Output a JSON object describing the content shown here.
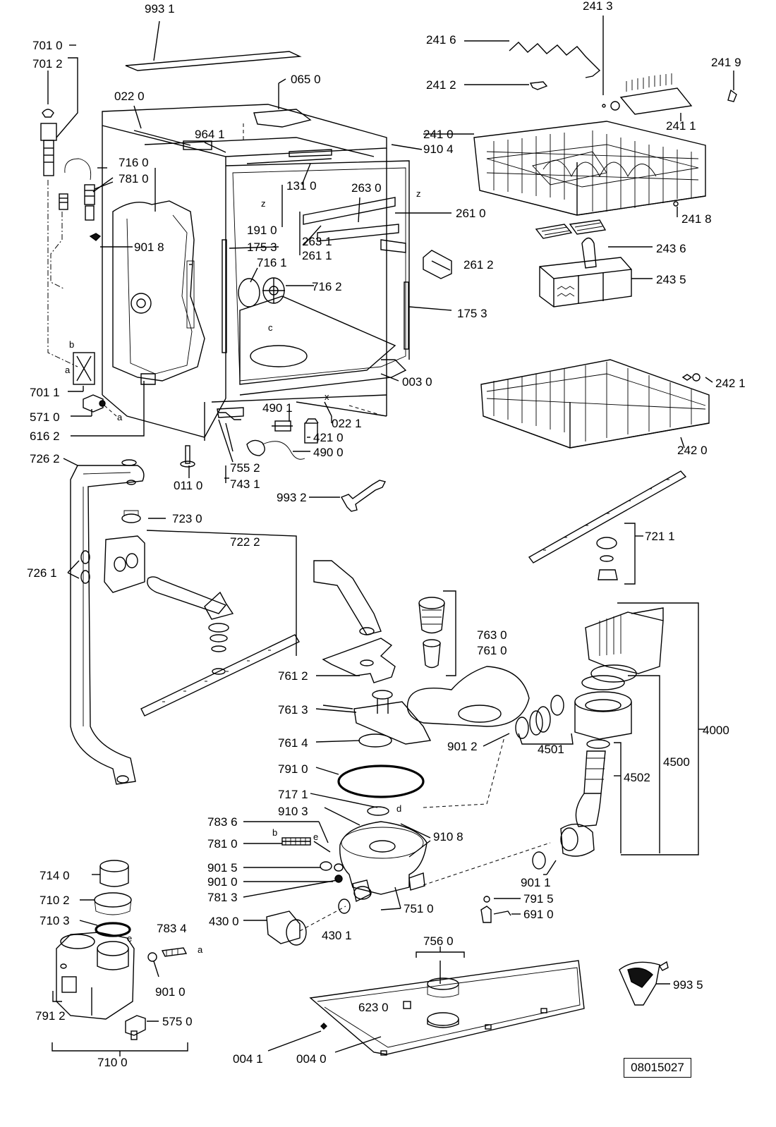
{
  "labels": {
    "p9931": "993 1",
    "p7010": "701 0",
    "p7012": "701 2",
    "p0220": "022 0",
    "p0650": "065 0",
    "p2413": "241 3",
    "p2416": "241 6",
    "p2412": "241 2",
    "p2419": "241 9",
    "p2411": "241 1",
    "p2410": "241 0",
    "p9104": "910 4",
    "p9641": "964 1",
    "p7160": "716 0",
    "p7810": "781 0",
    "p1310": "131 0",
    "p2630": "263 0",
    "p2610": "261 0",
    "p2418": "241 8",
    "p9018": "901 8",
    "p1910": "191 0",
    "p1753a": "175 3",
    "p2631": "263 1",
    "p2611": "261 1",
    "p2436": "243 6",
    "p2612": "261 2",
    "p7161": "716 1",
    "p7162": "716 2",
    "p2435": "243 5",
    "p1753b": "175 3",
    "p0030": "003 0",
    "p2421": "242 1",
    "p7011": "701 1",
    "p4901": "490 1",
    "p5710": "571 0",
    "p0221": "022 1",
    "p6162": "616 2",
    "p4210": "421 0",
    "p4900": "490 0",
    "p2420": "242 0",
    "p7262": "726 2",
    "p7552": "755 2",
    "p0110": "011 0",
    "p7431": "743 1",
    "p9932": "993 2",
    "p7230": "723 0",
    "p7222": "722 2",
    "p7211": "721 1",
    "p7261": "726 1",
    "p7630": "763 0",
    "p7610": "761 0",
    "p7612": "761 2",
    "p7613": "761 3",
    "p4000": "4000",
    "p7614": "761 4",
    "p9012": "901 2",
    "p4501": "4501",
    "p4500": "4500",
    "p7910": "791 0",
    "p4502": "4502",
    "p7171": "717 1",
    "p9103": "910 3",
    "p9108": "910 8",
    "p7836": "783 6",
    "p7810b": "781 0",
    "p9015": "901 5",
    "p9010": "901 0",
    "p7813": "781 3",
    "p9011": "901 1",
    "p7140": "714 0",
    "p7102": "710 2",
    "p7510": "751 0",
    "p7915": "791 5",
    "p6910": "691 0",
    "p7103": "710 3",
    "p7834": "783 4",
    "p4300": "430 0",
    "p4301": "430 1",
    "p7560": "756 0",
    "p6230": "623 0",
    "p9935": "993 5",
    "p9010b": "901 0",
    "p7912": "791 2",
    "p5750": "575 0",
    "p7100": "710 0",
    "p0041": "004 1",
    "p0040": "004 0"
  },
  "letters": {
    "b1": "b",
    "a1": "a",
    "a2": "a",
    "c1": "c",
    "x1": "x",
    "z1": "z",
    "z2": "z",
    "e1": "e",
    "b2": "b",
    "d1": "d",
    "e2": "e",
    "a3": "a"
  },
  "reference": "08015027"
}
